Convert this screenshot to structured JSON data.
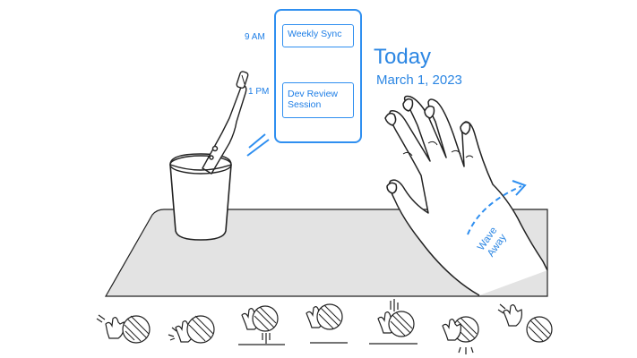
{
  "schedule": {
    "times": [
      "9 AM",
      "1 PM"
    ],
    "events": [
      {
        "title": "Weekly Sync"
      },
      {
        "title": "Dev Review Session"
      }
    ]
  },
  "header": {
    "title": "Today",
    "date": "March 1, 2023"
  },
  "gesture": {
    "label_line1": "Wave",
    "label_line2": "Away"
  },
  "icons": {
    "toothbrush": "toothbrush-icon",
    "cup": "cup-icon",
    "hand": "hand-icon",
    "ball": "ball-icon",
    "arrow": "wave-arrow-icon"
  },
  "colors": {
    "accent": "#2f8ff0",
    "line": "#222222",
    "table": "#e3e3e3"
  }
}
